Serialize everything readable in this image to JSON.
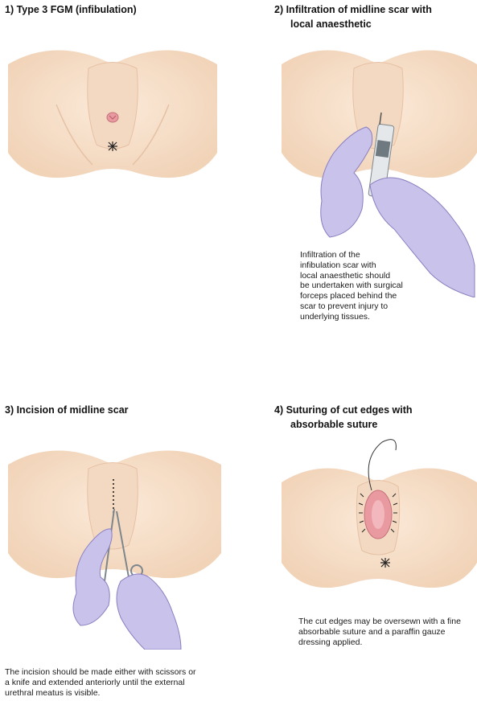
{
  "panels": [
    {
      "title": "1) Type 3 FGM (infibulation)",
      "caption": ""
    },
    {
      "title_line1": "2) Infiltration of midline scar with",
      "title_line2": "local anaesthetic",
      "caption_lines": [
        "Infiltration of the",
        "infibulation scar with",
        "local anaesthetic should",
        "be undertaken with surgical",
        "forceps placed behind the",
        "scar to prevent injury to",
        "underlying tissues."
      ]
    },
    {
      "title": "3) Incision of midline scar",
      "caption_lines": [
        "The incision should be made either with scissors or",
        "a knife and extended anteriorly until the external",
        "urethral meatus is visible."
      ]
    },
    {
      "title_line1": "4) Suturing of cut edges with",
      "title_line2": "absorbable suture",
      "caption_lines": [
        "The cut edges may be oversewn with a fine",
        "absorbable suture and a paraffin gauze",
        "dressing applied."
      ]
    }
  ],
  "colors": {
    "skin": "#f6dfc9",
    "skin_shadow": "#e9c6aa",
    "glove": "#c9c2ea",
    "glove_edge": "#8a7fc0",
    "tissue": "#e99aa1",
    "instrument": "#9aa3a8"
  }
}
